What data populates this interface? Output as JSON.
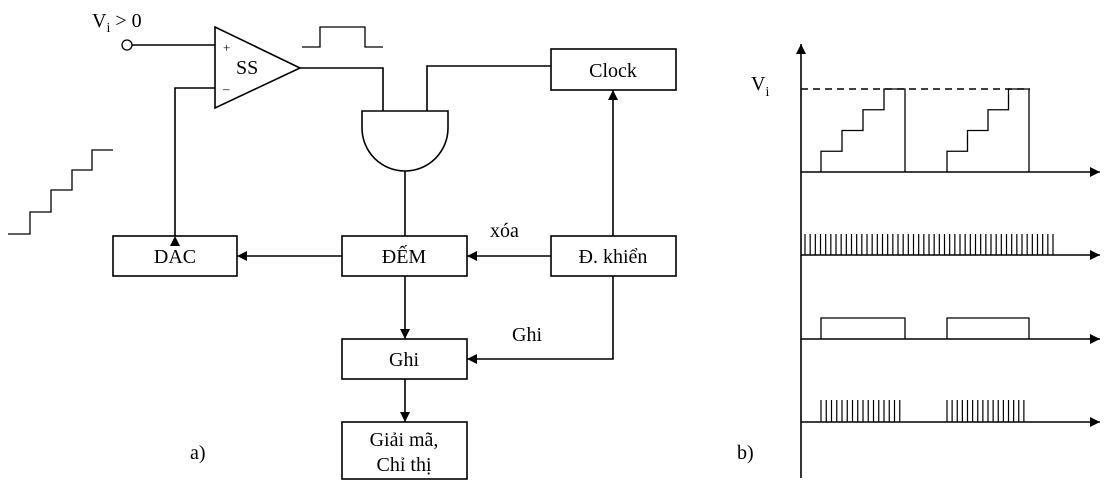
{
  "input_label": "V",
  "input_sub": "i",
  "input_cond": " > 0",
  "comparator": {
    "label": "SS",
    "plus": "+",
    "minus": "–"
  },
  "blocks": {
    "clock": "Clock",
    "dac": "DAC",
    "counter": "ĐẾM",
    "control": "Đ. khiển",
    "register": "Ghi",
    "decoder_line1": "Giải mã,",
    "decoder_line2": "Chỉ thị"
  },
  "signals": {
    "clear": "xóa",
    "write": "Ghi"
  },
  "panel_labels": {
    "a": "a)",
    "b": "b)"
  },
  "timing": {
    "vaxis_label": "V",
    "vaxis_sub": "i",
    "stairs_bursts": [
      [
        821,
        905
      ],
      [
        947,
        1029
      ]
    ],
    "clock_range": [
      805,
      1053
    ],
    "clock_count": 49,
    "gate_bursts": [
      [
        821,
        905
      ],
      [
        947,
        1029
      ]
    ],
    "gated_pulse_counts": [
      16,
      16
    ]
  }
}
